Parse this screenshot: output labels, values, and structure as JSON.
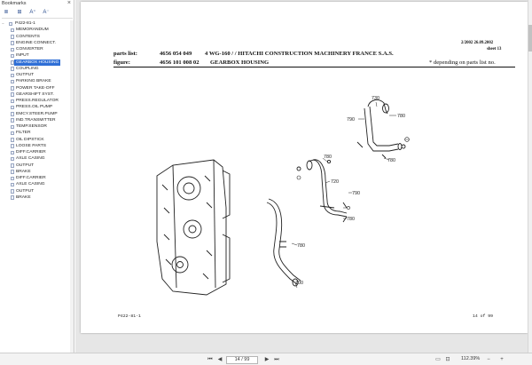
{
  "sidebar": {
    "title": "Bookmarks",
    "close_glyph": "×",
    "tools": [
      {
        "icon": "bookmark-options-icon",
        "glyph": "≣"
      },
      {
        "icon": "expand-icon",
        "glyph": "⊞"
      },
      {
        "icon": "enlarge-text-icon",
        "glyph": "A⁺"
      },
      {
        "icon": "reduce-text-icon",
        "glyph": "A⁻"
      }
    ],
    "items": [
      {
        "label": "P422-81-1",
        "root": true
      },
      {
        "label": "MEMORANDUM"
      },
      {
        "label": "CONTENTS"
      },
      {
        "label": "ENGINE CONNECT."
      },
      {
        "label": "CONVERTER"
      },
      {
        "label": "INPUT"
      },
      {
        "label": "GEARBOX HOUSING",
        "selected": true
      },
      {
        "label": "COUPLING"
      },
      {
        "label": "OUTPUT"
      },
      {
        "label": "PARKING BRAKE"
      },
      {
        "label": "POWER TAKE-OFF"
      },
      {
        "label": "GEARSHIFT SYST."
      },
      {
        "label": "PRESS.REGULATOR"
      },
      {
        "label": "PRESS.OIL PUMP"
      },
      {
        "label": "EMCY.STEER.PUMP"
      },
      {
        "label": "IND.TRANSMITTER"
      },
      {
        "label": "TEMP.SENSOR"
      },
      {
        "label": "FILTER"
      },
      {
        "label": "OIL DIPSTICK"
      },
      {
        "label": "LOOSE PARTS"
      },
      {
        "label": "DIFF.CARRIER"
      },
      {
        "label": "AXLE CASING"
      },
      {
        "label": "OUTPUT"
      },
      {
        "label": "BRAKE"
      },
      {
        "label": "DIFF.CARRIER"
      },
      {
        "label": "AXLE CASING"
      },
      {
        "label": "OUTPUT"
      },
      {
        "label": "BRAKE"
      }
    ]
  },
  "page": {
    "date": "2/2002 26.09.2002",
    "sheet": "sheet 13",
    "parts_list_label": "parts list:",
    "parts_list_no": "4656 054 049",
    "model": "4 WG-160 /  / HITACHI CONSTRUCTION MACHINERY FRANCE S.A.S.",
    "figure_label": "figure:",
    "figure_no": "4656 101 008 02",
    "figure_title": "GEARBOX HOUSING",
    "note": "*  depending on parts list no.",
    "footer_left": "P422-81-1",
    "footer_right": "14 of 99",
    "callouts": [
      "730",
      "790",
      "780",
      "720",
      "780",
      "780",
      "790",
      "780",
      "780",
      "700"
    ]
  },
  "statusbar": {
    "page_indicator": "14 / 99",
    "zoom": "112.39%"
  }
}
